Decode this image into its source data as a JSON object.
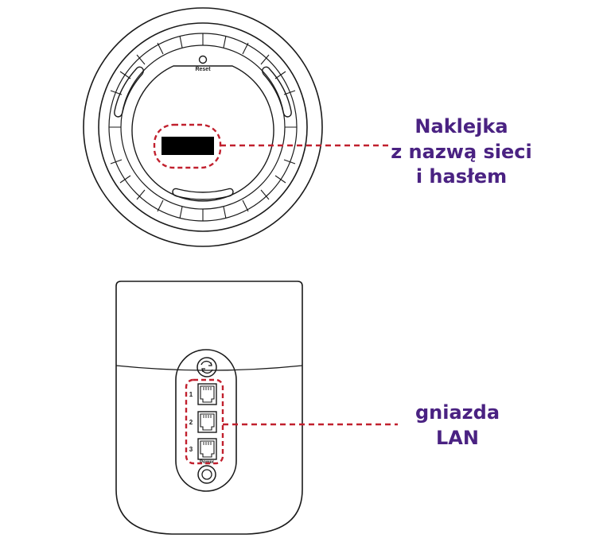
{
  "device_top": {
    "reset_label": "Reset"
  },
  "device_back": {
    "port_numbers": [
      "1",
      "2",
      "3"
    ],
    "power_label": "Power"
  },
  "callouts": {
    "sticker": [
      "Naklejka",
      "z nazwą sieci",
      "i hasłem"
    ],
    "lan": [
      "gniazda",
      "LAN"
    ]
  },
  "colors": {
    "outline": "#1a1a1a",
    "highlight_dash": "#c1202e",
    "callout_text": "#4a2282",
    "label_block": "#000000"
  }
}
